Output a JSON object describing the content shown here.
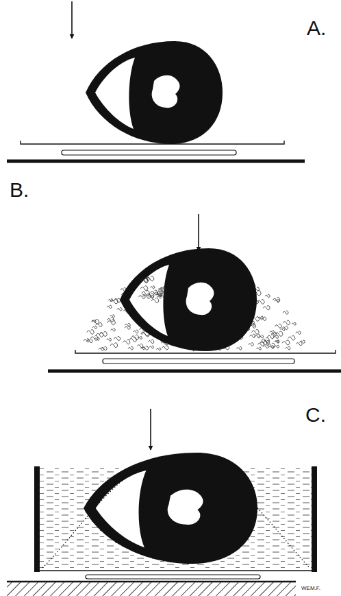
{
  "diagram": {
    "labels": [
      "A.",
      "B.",
      "C.",
      "WEM.F."
    ]
  }
}
